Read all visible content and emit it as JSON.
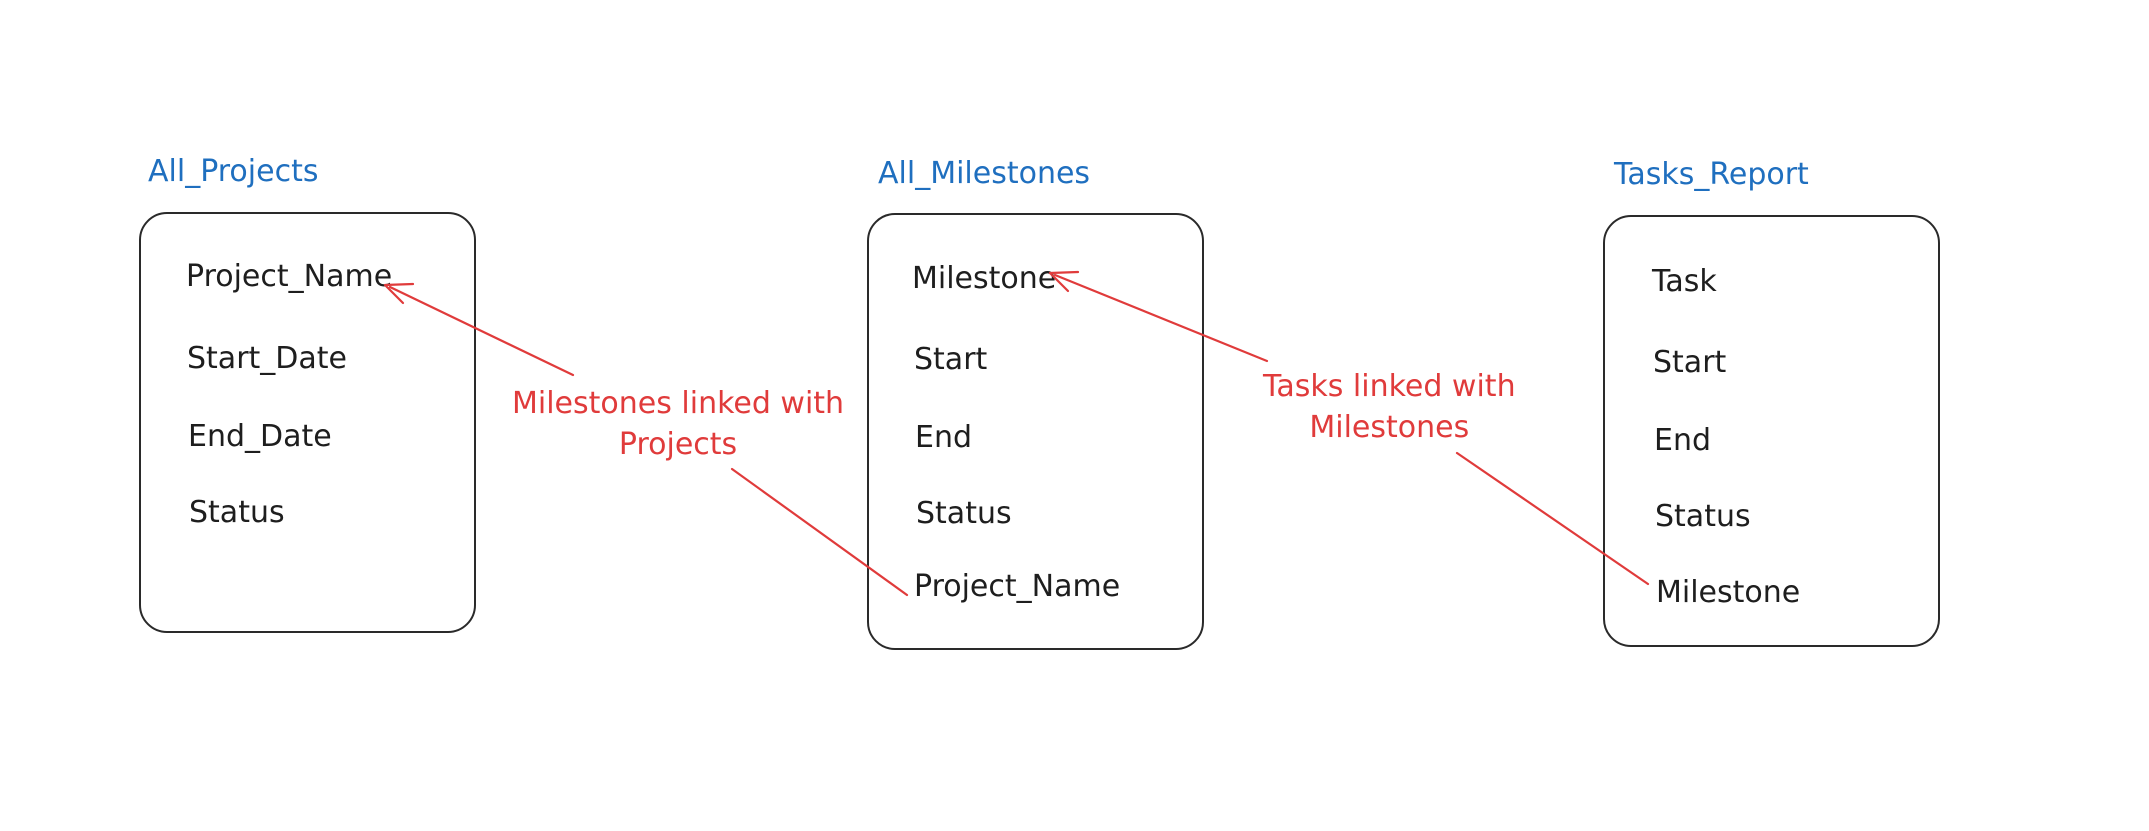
{
  "tables": [
    {
      "title": "All_Projects",
      "fields": [
        "Project_Name",
        "Start_Date",
        "End_Date",
        "Status"
      ]
    },
    {
      "title": "All_Milestones",
      "fields": [
        "Milestone",
        "Start",
        "End",
        "Status",
        "Project_Name"
      ]
    },
    {
      "title": "Tasks_Report",
      "fields": [
        "Task",
        "Start",
        "End",
        "Status",
        "Milestone"
      ]
    }
  ],
  "links": [
    {
      "label_lines": [
        "Milestones linked with",
        "Projects"
      ]
    },
    {
      "label_lines": [
        "Tasks linked with",
        "Milestones"
      ]
    }
  ],
  "colors": {
    "title": "#1f6fbf",
    "link": "#e03b3b",
    "border": "#2a2a2a",
    "text": "#1e1e1e"
  }
}
